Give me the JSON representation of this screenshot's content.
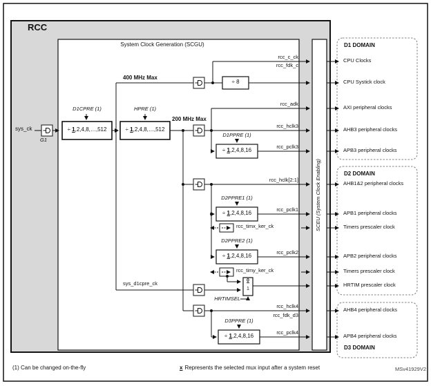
{
  "figure": {
    "rcc_title": "RCC",
    "scgu_title": "System Clock Generation (SCGU)",
    "sceu_label": "SCEU (System Clock Enabling)",
    "watermark": "MSv41929V2"
  },
  "inputs": {
    "sys_ck": "sys_ck",
    "gate_g1": "G1"
  },
  "limits": {
    "max400": "400 MHz Max",
    "max200": "200 MHz Max"
  },
  "dividers": {
    "d1cpre": {
      "label": "D1CPRE (1)",
      "sign": "÷",
      "default": "1",
      "rest": ",2,4,8,…,512"
    },
    "hpre": {
      "label": "HPRE (1)",
      "sign": "÷",
      "default": "1",
      "rest": ",2,4,8,…,512"
    },
    "div8": {
      "sign": "÷",
      "value": "8"
    },
    "d1ppre": {
      "label": "D1PPRE (1)",
      "sign": "÷",
      "default": "1",
      "rest": ",2,4,8,16"
    },
    "d2ppre1": {
      "label": "D2PPRE1 (1)",
      "sign": "÷",
      "default": "1",
      "rest": ",2,4,8,16"
    },
    "d2ppre2": {
      "label": "D2PPRE2 (1)",
      "sign": "÷",
      "default": "1",
      "rest": ",2,4,8,16"
    },
    "d3ppre": {
      "label": "D3PPRE (1)",
      "sign": "÷",
      "default": "1",
      "rest": ",2,4,8,16"
    }
  },
  "mux": {
    "in0": "0",
    "in1": "1",
    "select_label": "HRTIMSEL"
  },
  "signals": {
    "rcc_c_ck": "rcc_c_ck",
    "rcc_fdk_c": "rcc_fdk_c",
    "rcc_adk": "rcc_adk",
    "rcc_hclk3": "rcc_hclk3",
    "rcc_pclk3": "rcc_pclk3",
    "rcc_hclk21": "rcc_hclk[2:1]",
    "rcc_pclk1": "rcc_pclk1",
    "rcc_timx_ker_ck": "rcc_timx_ker_ck",
    "rcc_pclk2": "rcc_pclk2",
    "rcc_timy_ker_ck": "rcc_timy_ker_ck",
    "sys_d1cpre_ck": "sys_d1cpre_ck",
    "rcc_hclk4": "rcc_hclk4",
    "rcc_fdk_d3": "rcc_fdk_d3",
    "rcc_pclk4": "rcc_pclk4"
  },
  "domains": {
    "d1": {
      "title": "D1 DOMAIN",
      "items": [
        "CPU Clocks",
        "CPU Systick clock",
        "AXI peripheral clocks",
        "AHB3 peripheral clocks",
        "APB3 peripheral clocks"
      ]
    },
    "d2": {
      "title": "D2 DOMAIN",
      "items": [
        "AHB1&2 peripheral clocks",
        "APB1 peripheral clocks",
        "Timers prescaler clock",
        "APB2 peripheral clocks",
        "Timers prescaler clock",
        "HRTIM prescaler clock"
      ]
    },
    "d3": {
      "title": "D3 DOMAIN",
      "items": [
        "AHB4 peripheral clocks",
        "APB4 peripheral clocks"
      ]
    }
  },
  "footnotes": {
    "note1": "(1) Can be changed on-the-fly",
    "mux_note_x": "x",
    "mux_note_rest": "Represents the selected mux input after a system reset"
  },
  "colors": {
    "rcc_fill": "#d8d8d8",
    "line": "#111111",
    "domain_border": "#808080"
  }
}
